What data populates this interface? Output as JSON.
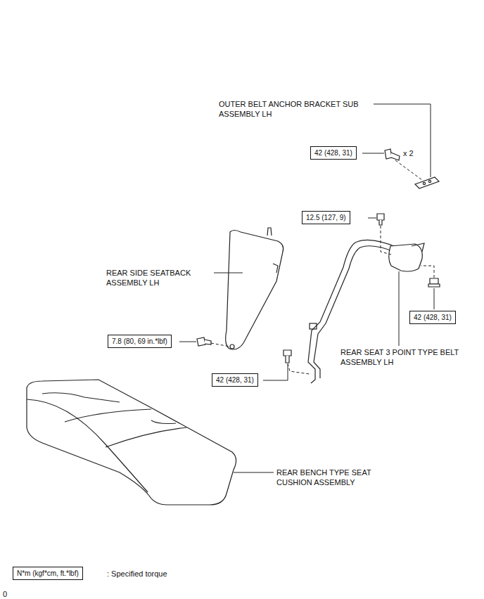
{
  "diagram": {
    "nodes": [
      {
        "text": [
          "42 (428, 31)"
        ]
      },
      {
        "text": [
          "12.5 (127, 9)"
        ]
      },
      {
        "text": [
          "42 (428, 31)"
        ]
      },
      {
        "text": [
          "7.8 (80, 69 in.*lbf)"
        ]
      },
      {
        "text": [
          "42 (428, 31)"
        ]
      },
      {
        "text": [
          "N*m (kgf*cm, ft.*lbf)"
        ]
      }
    ],
    "labels": [
      "OUTER BELT ANCHOR BRACKET SUB ASSEMBLY LH",
      "x 2",
      "REAR SIDE SEATBACK ASSEMBLY LH",
      "REAR SEAT 3 POINT TYPE BELT ASSEMBLY LH",
      "REAR BENCH TYPE SEAT CUSHION ASSEMBLY",
      ": Specified torque",
      "0"
    ]
  }
}
